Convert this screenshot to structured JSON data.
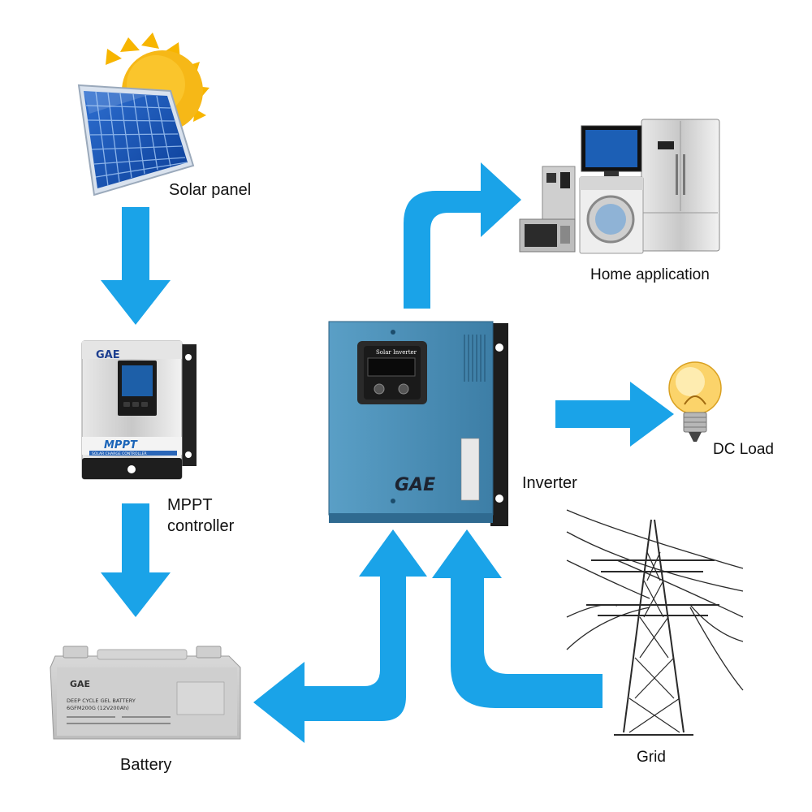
{
  "diagram": {
    "nodes": {
      "solar_panel": {
        "label": "Solar panel"
      },
      "mppt": {
        "label_line1": "MPPT",
        "label_line2": "controller",
        "device_brand": "MPPT",
        "device_subtitle": "SOLAR CHARGE CONTROLLER"
      },
      "battery": {
        "label": "Battery",
        "device_text": "DEEP CYCLE GEL BATTERY",
        "device_model": "6GFM200G (12V200Ah)"
      },
      "inverter": {
        "label": "Inverter",
        "device_title": "Solar Inverter"
      },
      "home": {
        "label": "Home application"
      },
      "dc_load": {
        "label": "DC Load"
      },
      "grid": {
        "label": "Grid"
      }
    },
    "colors": {
      "arrow": "#1aa3e8",
      "inverter_body": "#4a90b8"
    }
  }
}
